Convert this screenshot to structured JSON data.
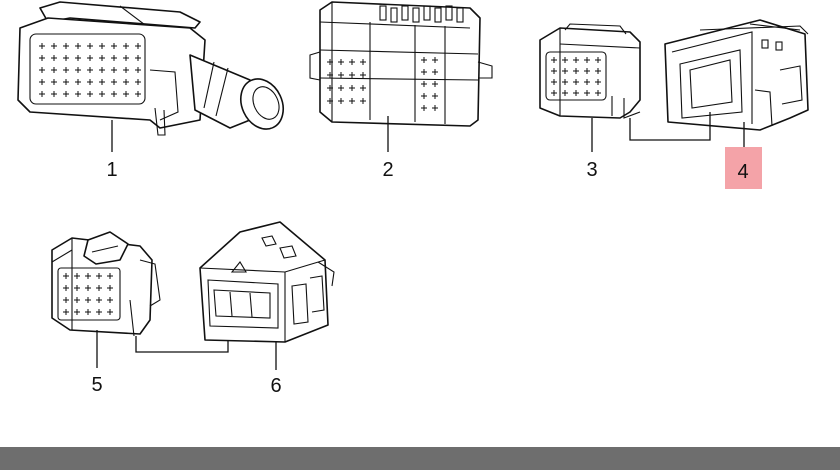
{
  "callouts": {
    "c1": "1",
    "c2": "2",
    "c3": "3",
    "c4": "4",
    "c5": "5",
    "c6": "6"
  },
  "highlight": {
    "selected_callout": "4",
    "color": "#f4a3a8"
  },
  "footer": {
    "color": "#6e6e6e"
  }
}
